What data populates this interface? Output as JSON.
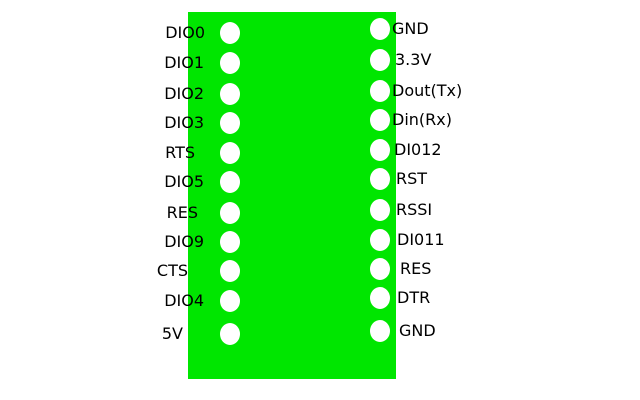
{
  "colors": {
    "board": "#00e600",
    "pin": "#ffffff",
    "text": "#000000",
    "background": "#ffffff"
  },
  "pins": {
    "left": [
      "DIO0",
      "DIO1",
      "DIO2",
      "DIO3",
      "RTS",
      "DIO5",
      "RES",
      "DIO9",
      "CTS",
      "DIO4",
      "5V"
    ],
    "right": [
      "GND",
      "3.3V",
      "Dout(Tx)",
      "Din(Rx)",
      "DI012",
      "RST",
      "RSSI",
      "DI011",
      "RES",
      "DTR",
      "GND"
    ]
  }
}
